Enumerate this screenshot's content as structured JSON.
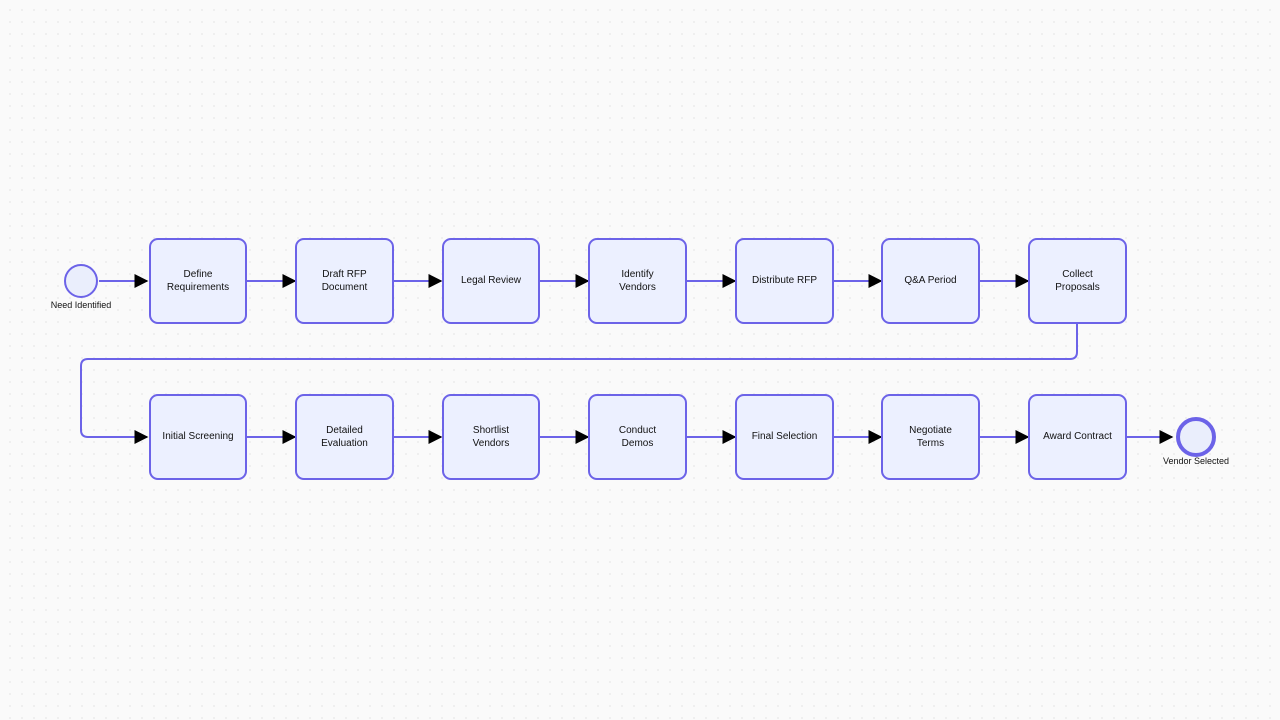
{
  "diagram": {
    "type": "flowchart",
    "orientation": "left-to-right, wrapping",
    "background_color": "#fafafa",
    "accent_color": "#6c63e8",
    "node_fill_color": "#ecf0ff",
    "arrow_color": "#000000",
    "start": {
      "id": "start",
      "shape": "circle",
      "label": "Need Identified"
    },
    "end": {
      "id": "end",
      "shape": "circle-double",
      "label": "Vendor Selected"
    },
    "row1": [
      {
        "id": "define-requirements",
        "label": "Define\nRequirements"
      },
      {
        "id": "draft-rfp-document",
        "label": "Draft RFP\nDocument"
      },
      {
        "id": "legal-review",
        "label": "Legal Review"
      },
      {
        "id": "identify-vendors",
        "label": "Identify\nVendors"
      },
      {
        "id": "distribute-rfp",
        "label": "Distribute RFP"
      },
      {
        "id": "qa-period",
        "label": "Q&A Period"
      },
      {
        "id": "collect-proposals",
        "label": "Collect\nProposals"
      }
    ],
    "row2": [
      {
        "id": "initial-screening",
        "label": "Initial Screening"
      },
      {
        "id": "detailed-evaluation",
        "label": "Detailed\nEvaluation"
      },
      {
        "id": "shortlist-vendors",
        "label": "Shortlist\nVendors"
      },
      {
        "id": "conduct-demos",
        "label": "Conduct\nDemos"
      },
      {
        "id": "final-selection",
        "label": "Final Selection"
      },
      {
        "id": "negotiate-terms",
        "label": "Negotiate\nTerms"
      },
      {
        "id": "award-contract",
        "label": "Award Contract"
      }
    ]
  }
}
